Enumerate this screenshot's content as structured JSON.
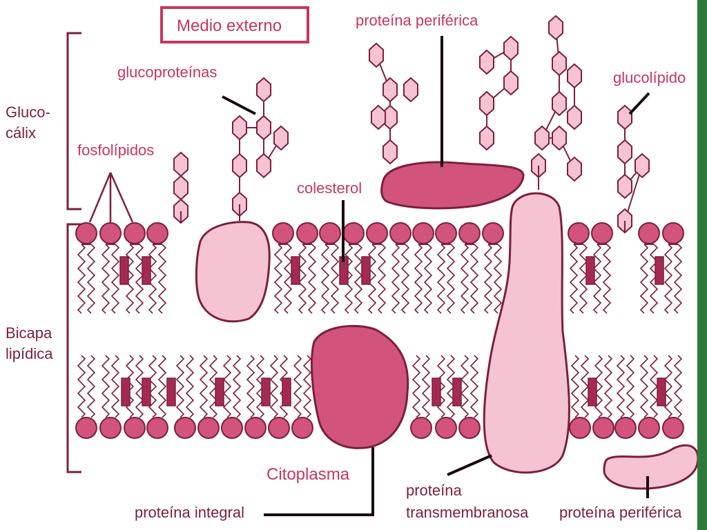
{
  "labels": {
    "medio_externo": "Medio externo",
    "proteina_periferica_top": "proteína periférica",
    "glucoproteinas": "glucoproteínas",
    "glucolipido": "glucolípido",
    "glucocalix_1": "Gluco-",
    "glucocalix_2": "cálix",
    "fosfolipidos": "fosfolípidos",
    "colesterol": "colesterol",
    "bicapa_1": "Bicapa",
    "bicapa_2": "lipídica",
    "citoplasma": "Citoplasma",
    "proteina_integral": "proteína integral",
    "proteina_trans_1": "proteína",
    "proteina_trans_2": "transmembranosa",
    "proteina_periferica_bottom": "proteína periférica"
  },
  "colors": {
    "dark_pink": "#d2537c",
    "light_pink": "#f5c3d2",
    "outline": "#7a1f3d",
    "label": "#c8355f",
    "cholesterol": "#a52a52",
    "edge_strip": "#2f7a3a"
  }
}
